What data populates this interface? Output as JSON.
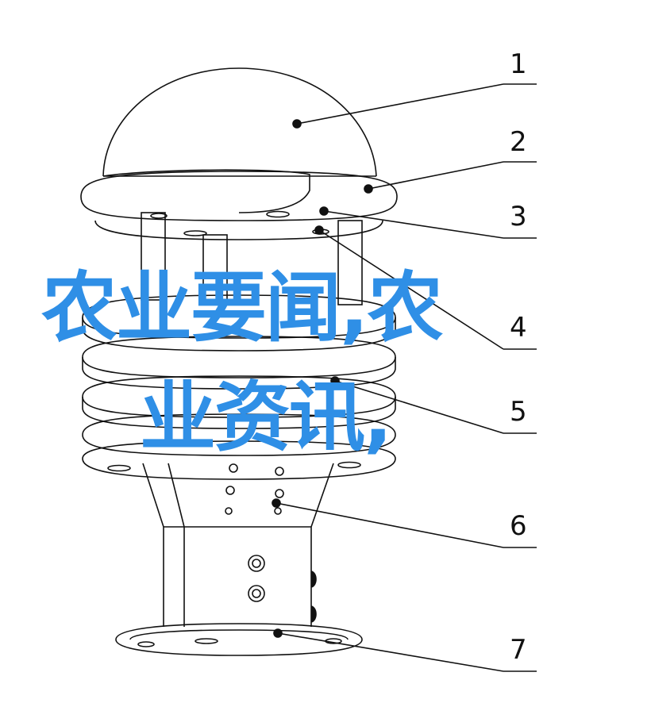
{
  "diagram": {
    "callouts": [
      {
        "id": 1,
        "label": "1"
      },
      {
        "id": 2,
        "label": "2"
      },
      {
        "id": 3,
        "label": "3"
      },
      {
        "id": 4,
        "label": "4"
      },
      {
        "id": 5,
        "label": "5"
      },
      {
        "id": 6,
        "label": "6"
      },
      {
        "id": 7,
        "label": "7"
      }
    ]
  },
  "overlay": {
    "line1": "农业要闻,农",
    "line2": "业资讯,"
  },
  "colors": {
    "line": "#111111",
    "overlay_text": "#2f8fe6",
    "background": "#ffffff"
  }
}
